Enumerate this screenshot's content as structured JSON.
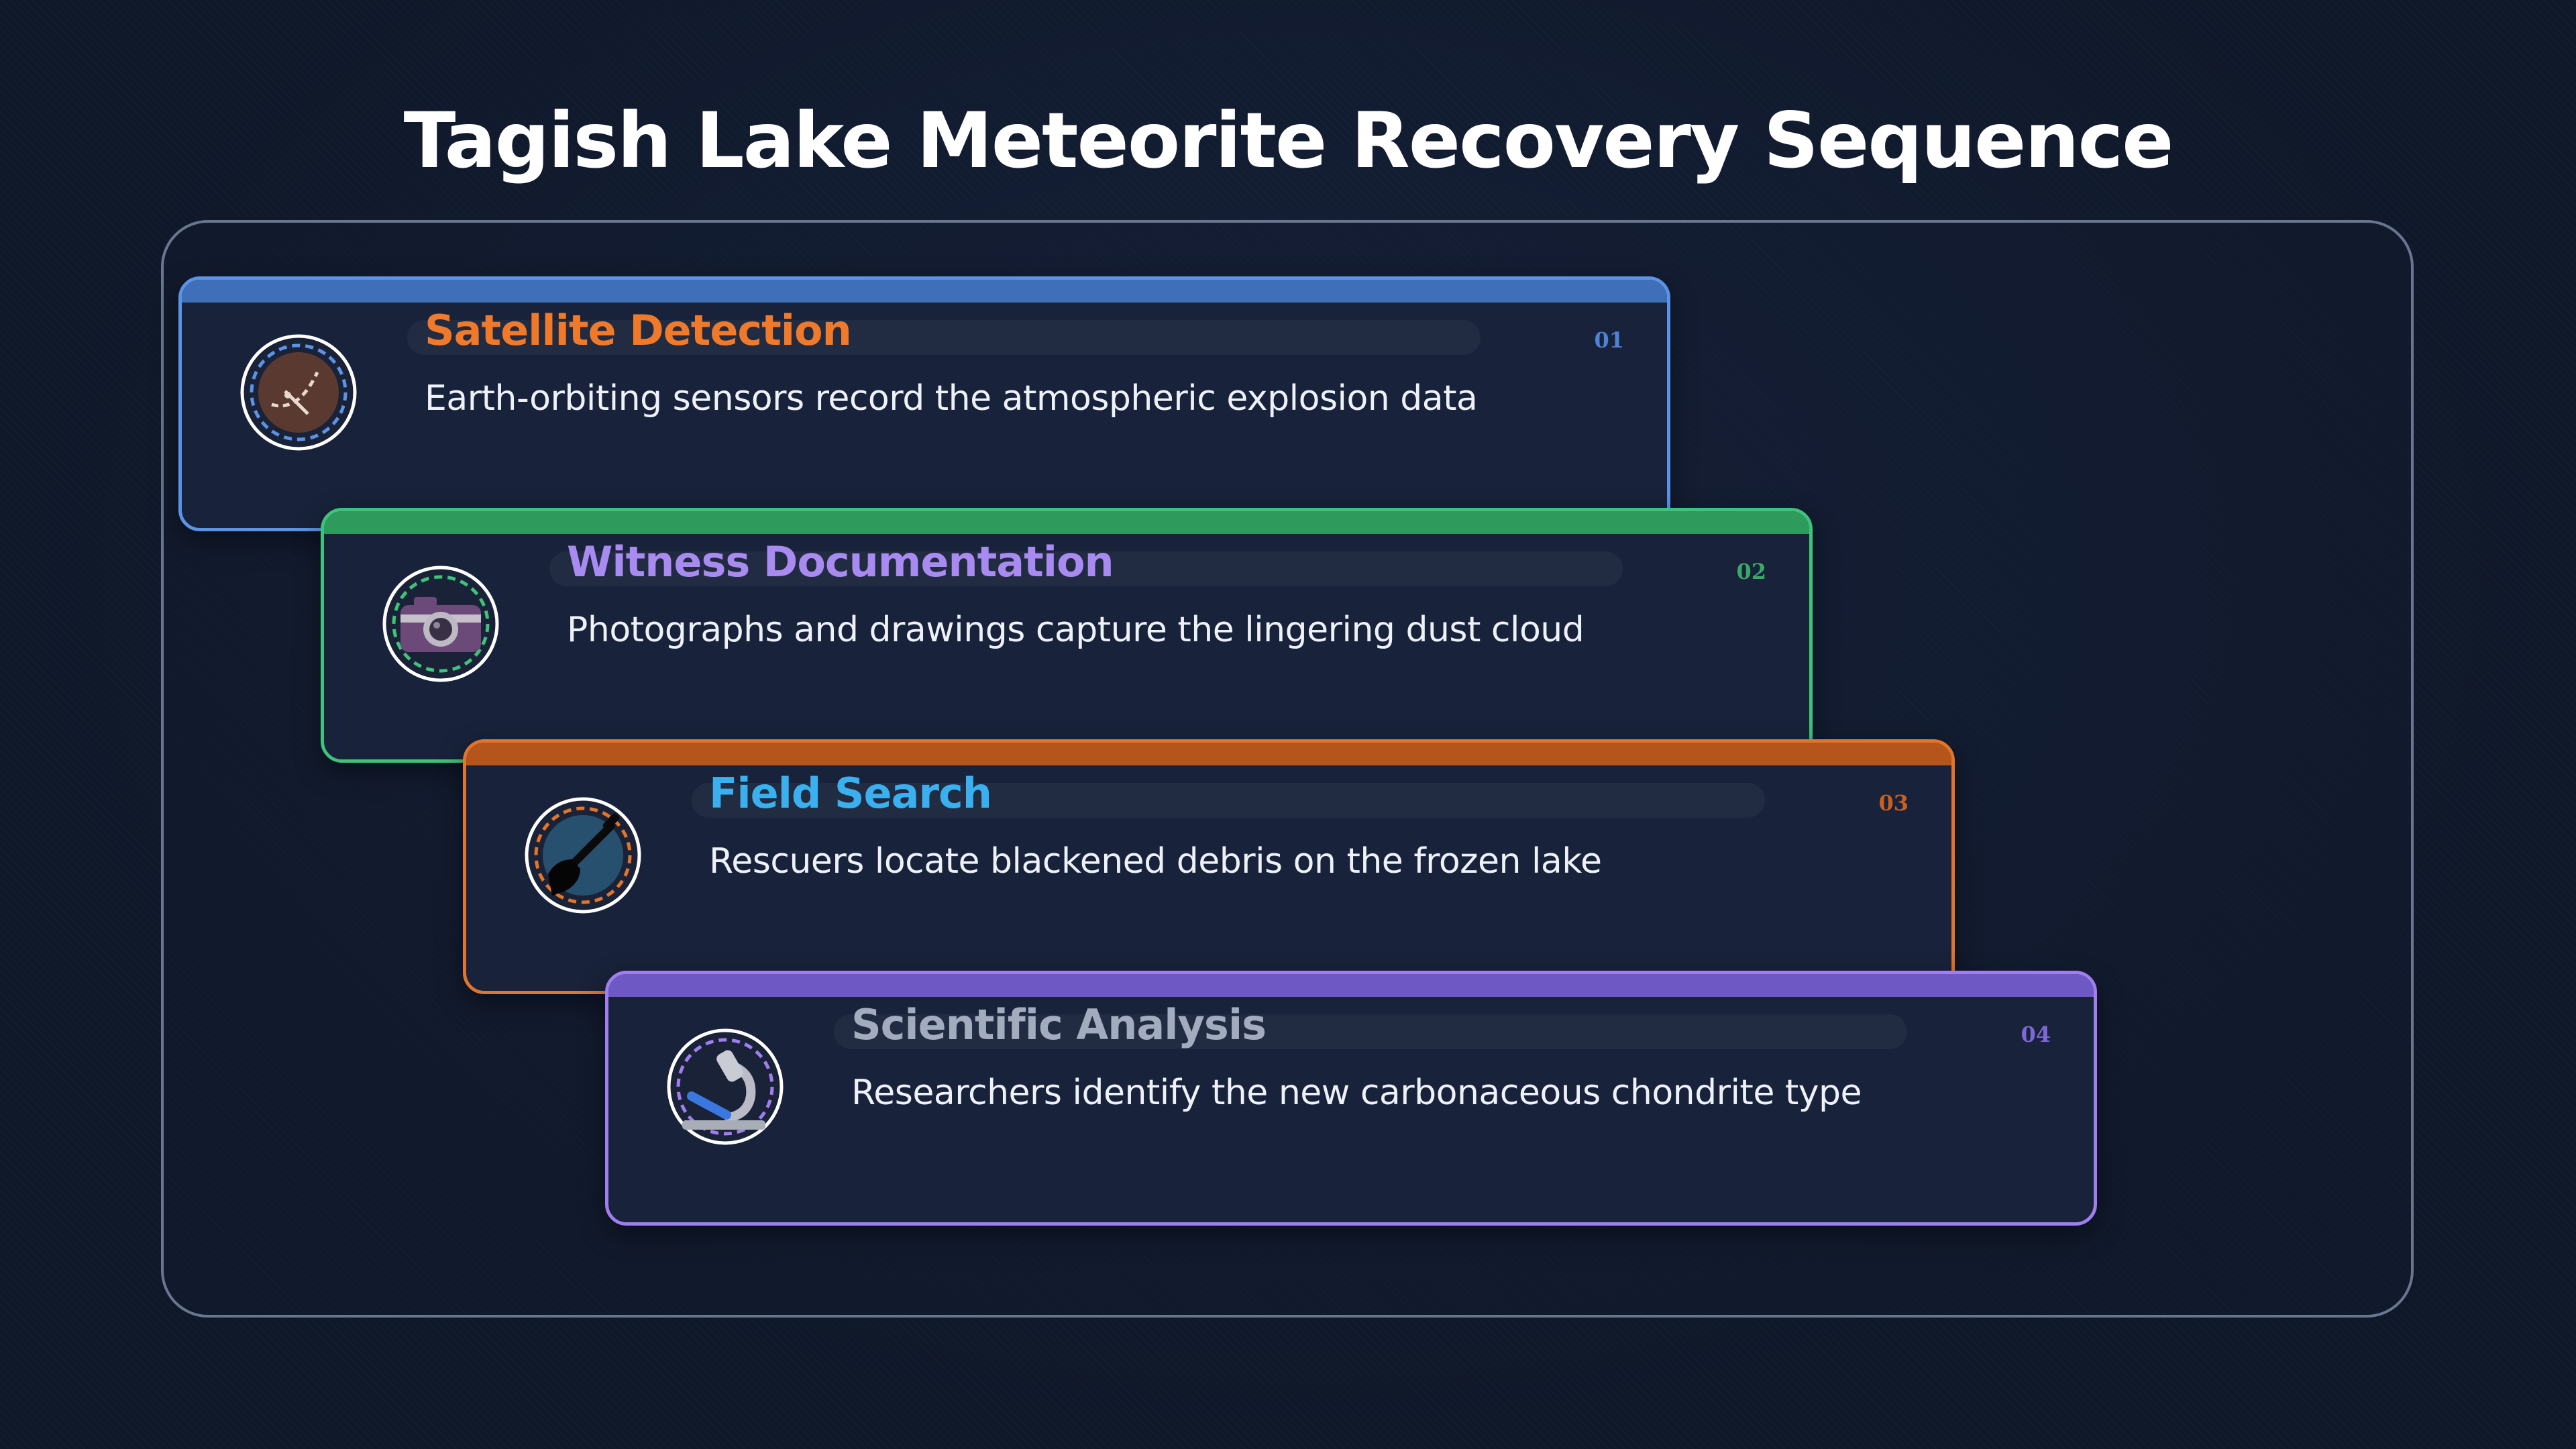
{
  "title": "Tagish Lake Meteorite Recovery Sequence",
  "steps": [
    {
      "number": "01",
      "title": "Satellite Detection",
      "description": "Earth-orbiting sensors record the atmospheric explosion data",
      "icon": "satellite-dish-icon",
      "border_color": "#5b93e6",
      "bar_color": "#3f6fb8",
      "title_color": "#f07a2a",
      "number_color": "#4d82d4"
    },
    {
      "number": "02",
      "title": "Witness Documentation",
      "description": "Photographs and drawings capture the lingering dust cloud",
      "icon": "camera-icon",
      "border_color": "#3fc27a",
      "bar_color": "#2e9a5c",
      "title_color": "#a98af0",
      "number_color": "#3aa866"
    },
    {
      "number": "03",
      "title": "Field Search",
      "description": "Rescuers locate blackened debris on the frozen lake",
      "icon": "shovel-icon",
      "border_color": "#e2752a",
      "bar_color": "#b5551c",
      "title_color": "#3ab0ee",
      "number_color": "#c8601f"
    },
    {
      "number": "04",
      "title": "Scientific Analysis",
      "description": "Researchers identify the new carbonaceous chondrite type",
      "icon": "microscope-icon",
      "border_color": "#a07ef0",
      "bar_color": "#6e58c4",
      "title_color": "#a3acbf",
      "number_color": "#7e68d6"
    }
  ]
}
